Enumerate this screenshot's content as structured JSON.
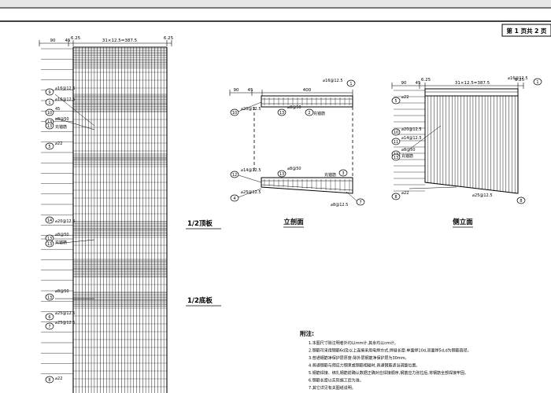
{
  "sheet": {
    "page_label": "第 1 页共 2 页"
  },
  "dims": {
    "plan_left": "90",
    "plan_mid": "45",
    "plan_a": "6.25",
    "plan_span": "31×12.5=387.5",
    "plan_b": "6.25",
    "elev_left": "90",
    "elev_mid": "45",
    "elev_span": "400",
    "side_left": "90",
    "side_mid": "45",
    "side_a": "6.25",
    "side_span": "31×12.5=387.5",
    "side_b": "6.25"
  },
  "plan_callouts": [
    {
      "num": "9",
      "text": "⌀16@12.5"
    },
    {
      "num": "1",
      "text": "⌀16@12.5"
    },
    {
      "num": "10",
      "text": "45"
    },
    {
      "num": "13",
      "text": "⌀8@50"
    },
    {
      "num": "13",
      "text": "充锚筋"
    },
    {
      "num": "5",
      "text": "⌀22"
    },
    {
      "num": "14",
      "text": "⌀20@12.5"
    },
    {
      "num": "13",
      "text": "⌀8@50"
    },
    {
      "num": "13",
      "text": "充锚筋"
    },
    {
      "num": "13",
      "text": "⌀8@50"
    },
    {
      "num": "6",
      "text": "⌀25@12.5"
    },
    {
      "num": "7",
      "text": "⌀25@12.5"
    },
    {
      "num": "8",
      "text": "⌀22"
    }
  ],
  "elev_callouts": [
    {
      "num": "1",
      "text": "⌀16@12.5"
    },
    {
      "num": "10",
      "text": "⌀20@12.5"
    },
    {
      "num": "13",
      "text": "⌀8@50"
    },
    {
      "num": "2",
      "text": "充锚筋"
    },
    {
      "num": "12",
      "text": "⌀14@12.5"
    },
    {
      "num": "13",
      "text": "⌀8@50"
    },
    {
      "num": "3",
      "text": "充锚筋"
    },
    {
      "num": "4",
      "text": "⌀25@12.5"
    },
    {
      "num": "7",
      "text": "⌀8@12.5"
    }
  ],
  "side_callouts": [
    {
      "num": "1",
      "text": "⌀16@12.5"
    },
    {
      "num": "5",
      "text": "⌀22"
    },
    {
      "num": "10",
      "text": "⌀20@12.5"
    },
    {
      "num": "11",
      "text": "⌀14@12.5"
    },
    {
      "num": "13",
      "text": "⌀8@50"
    },
    {
      "num": "13",
      "text": "充锚筋"
    },
    {
      "num": "8",
      "text": "⌀22"
    },
    {
      "num": "8",
      "text": "⌀25@12.5"
    }
  ],
  "labels": {
    "top_plate": "1/2顶板",
    "bottom_plate": "1/2底板",
    "elevation": "立剖面",
    "side_view": "侧立面"
  },
  "notes": {
    "title": "附注:",
    "items": [
      "1.本图尺寸除注明者外均以mm计,其余均以cm计。",
      "2.钢筋可采用钢筋6d及以上连接采用电焊方式,焊缝长度:单面焊10d,双面焊5d,d为钢筋直径。",
      "3.普通钢筋净保护层厚度:除外层钢筋净保护层为30mm。",
      "4.普通钢筋与预应力钢束或钢筋相碰时,普通钢筋适当调整位置。",
      "5.钢筋焊接、绑扎钢筋前确认数据正确对应焊接顺序,钢筋应力张拉后,将钢筋全部焊接牢固。",
      "6.钢筋长度以实际施工后为准。",
      "7.其它详见有关图纸说明。"
    ]
  }
}
